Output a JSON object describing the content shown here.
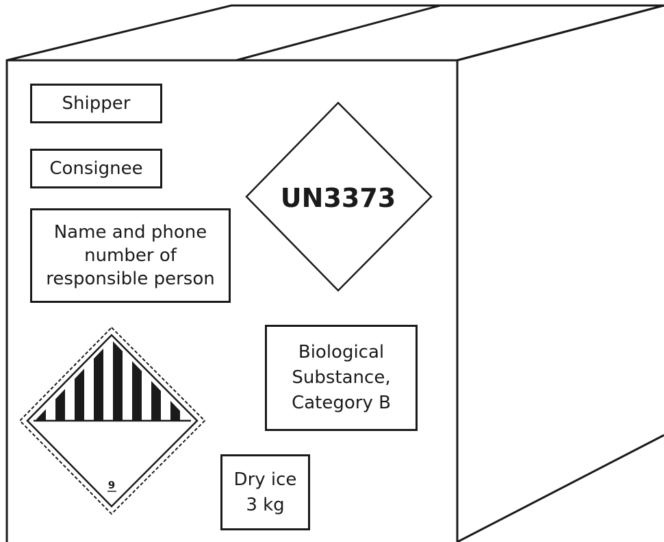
{
  "package": {
    "labels": {
      "shipper": "Shipper",
      "consignee": "Consignee",
      "responsible_person": [
        "Name and phone",
        "number of",
        "responsible person"
      ],
      "un_number": "UN3373",
      "substance": [
        "Biological",
        "Substance,",
        "Category B"
      ],
      "dry_ice": [
        "Dry ice",
        "3 kg"
      ]
    },
    "hazard_label": {
      "class_number": "9",
      "icon": "class-9-miscellaneous-hazard-icon"
    },
    "colors": {
      "ink": "#1a1a1a",
      "background": "#ffffff"
    }
  }
}
